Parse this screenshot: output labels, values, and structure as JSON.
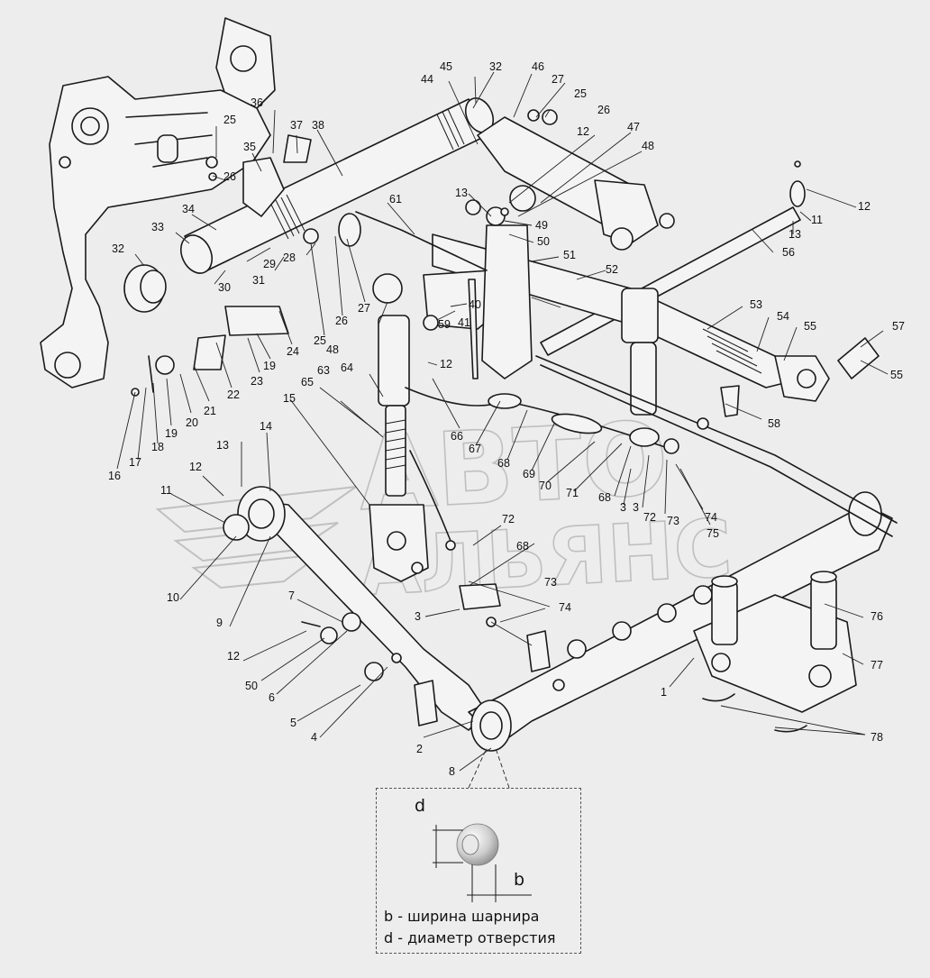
{
  "watermark": {
    "line1": "АВТО",
    "line2": "АЛЬЯНС"
  },
  "inset": {
    "symbol_d": "d",
    "symbol_b": "b",
    "legend_b": "b -  ширина шарнира",
    "legend_d": "d - диаметр отверстия"
  },
  "callouts": [
    "1",
    "2",
    "3",
    "3",
    "3",
    "4",
    "5",
    "6",
    "7",
    "8",
    "9",
    "10",
    "11",
    "11",
    "12",
    "12",
    "12",
    "12",
    "12",
    "13",
    "13",
    "13",
    "14",
    "15",
    "16",
    "17",
    "18",
    "19",
    "19",
    "20",
    "21",
    "22",
    "23",
    "24",
    "25",
    "25",
    "25",
    "26",
    "26",
    "26",
    "27",
    "27",
    "28",
    "29",
    "30",
    "31",
    "32",
    "32",
    "33",
    "34",
    "35",
    "36",
    "37",
    "38",
    "40",
    "41",
    "44",
    "45",
    "46",
    "47",
    "48",
    "48",
    "49",
    "50",
    "50",
    "51",
    "52",
    "53",
    "54",
    "55",
    "55",
    "56",
    "57",
    "58",
    "59",
    "61",
    "63",
    "64",
    "65",
    "66",
    "67",
    "68",
    "68",
    "68",
    "69",
    "70",
    "71",
    "72",
    "72",
    "73",
    "73",
    "74",
    "74",
    "75",
    "76",
    "77",
    "78"
  ]
}
